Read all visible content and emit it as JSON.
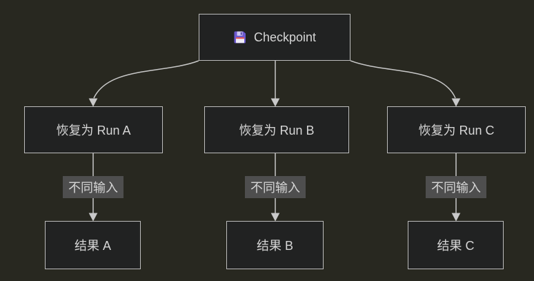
{
  "theme": {
    "bg": "#282820",
    "nodeFill": "#212222",
    "nodeBorder": "#bdbdbd",
    "line": "#c9c9c9",
    "labelBg": "#4e4e4e",
    "text": "#d6d6d6"
  },
  "diagram": {
    "type": "flowchart-top-down",
    "root": {
      "label": "Checkpoint",
      "icon": "floppy-disk"
    },
    "branches": [
      {
        "node": "恢复为 Run A",
        "edge_label": "不同输入",
        "result": "结果 A"
      },
      {
        "node": "恢复为 Run B",
        "edge_label": "不同输入",
        "result": "结果 B"
      },
      {
        "node": "恢复为 Run C",
        "edge_label": "不同输入",
        "result": "结果 C"
      }
    ]
  }
}
